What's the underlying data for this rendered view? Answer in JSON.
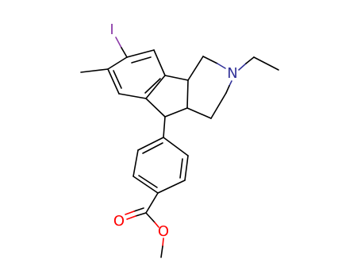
{
  "molecule": {
    "atoms": {
      "iodine": "I",
      "nitrogen": "N",
      "carbonyl_oxygen": "O",
      "ester_oxygen": "O"
    },
    "colors": {
      "bond": "#000000",
      "iodine": "#8b3aa8",
      "nitrogen": "#333399",
      "oxygen": "#ff0000"
    }
  }
}
